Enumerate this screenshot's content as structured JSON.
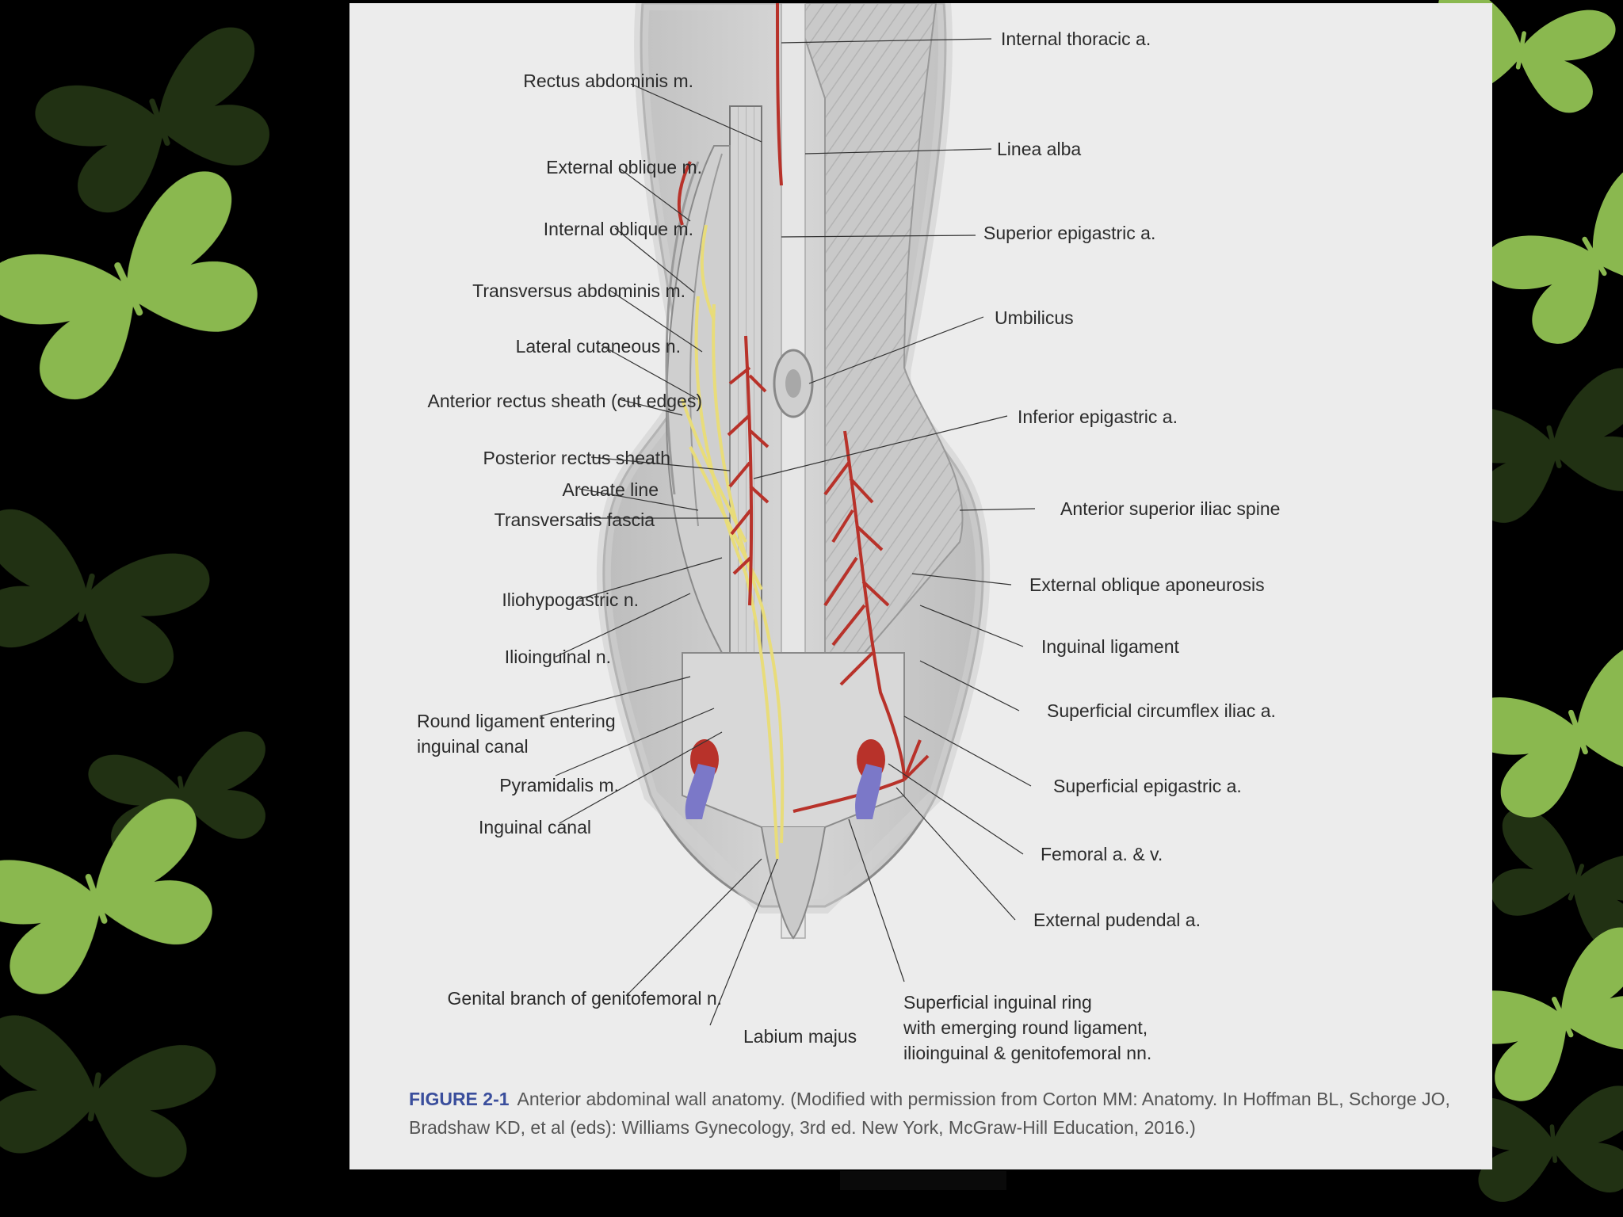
{
  "figure": {
    "labels_left": [
      "Rectus abdominis m.",
      "External oblique m.",
      "Internal oblique m.",
      "Transversus abdominis m.",
      "Lateral cutaneous n.",
      "Anterior rectus sheath (cut edges)",
      "Posterior rectus sheath",
      "Arcuate line",
      "Transversalis fascia",
      "Iliohypogastric n.",
      "Ilioinguinal n.",
      "Round ligament entering",
      "inguinal canal",
      "Pyramidalis m.",
      "Inguinal canal",
      "Genital branch of genitofemoral n.",
      "Labium majus"
    ],
    "labels_right": [
      "Internal thoracic a.",
      "Linea alba",
      "Superior epigastric a.",
      "Umbilicus",
      "Inferior epigastric a.",
      "Anterior superior iliac spine",
      "External oblique aponeurosis",
      "Inguinal ligament",
      "Superficial circumflex iliac a.",
      "Superficial epigastric a.",
      "Femoral a. & v.",
      "External pudendal a.",
      "Superficial inguinal ring",
      "with emerging round ligament,",
      "ilioinguinal & genitofemoral nn."
    ],
    "caption_label": "FIGURE 2-1",
    "caption_text": "Anterior abdominal wall anatomy. (Modified with permission from Corton MM: Anatomy. In Hoffman BL, Schorge JO, Bradshaw KD, et al (eds): Williams Gynecology, 3rd ed. New York, McGraw-Hill Education, 2016.)"
  },
  "colors": {
    "background": "#000000",
    "butterfly_light": "#8ab84f",
    "butterfly_dark": "#3d5a24",
    "page": "#ececec",
    "artery": "#b8322a",
    "nerve": "#e8dc7a",
    "vein": "#7b78c8",
    "caption_label": "#3a4e9c"
  },
  "icons": [
    "butterfly-icon"
  ]
}
